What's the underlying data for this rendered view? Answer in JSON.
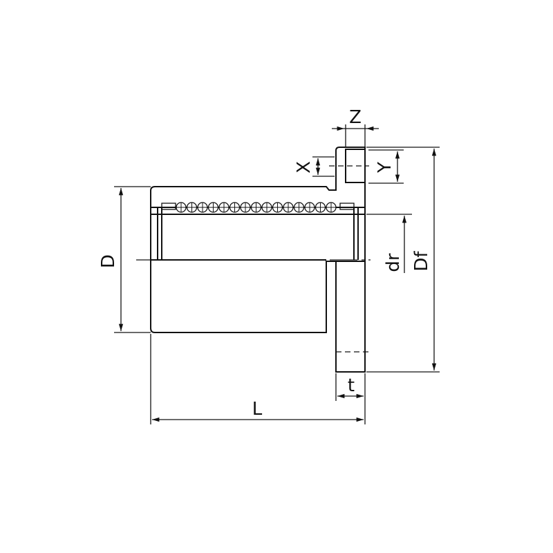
{
  "title": "Flanged linear bushing dimension drawing",
  "labels": {
    "D": "D",
    "Df": "Df",
    "dr": "dr",
    "L": "L",
    "t": "t",
    "Z": "Z",
    "X": "X",
    "Y": "Y"
  },
  "colors": {
    "section": "#b4b4b4",
    "seal": "#c4c8e8",
    "line": "#111111"
  }
}
